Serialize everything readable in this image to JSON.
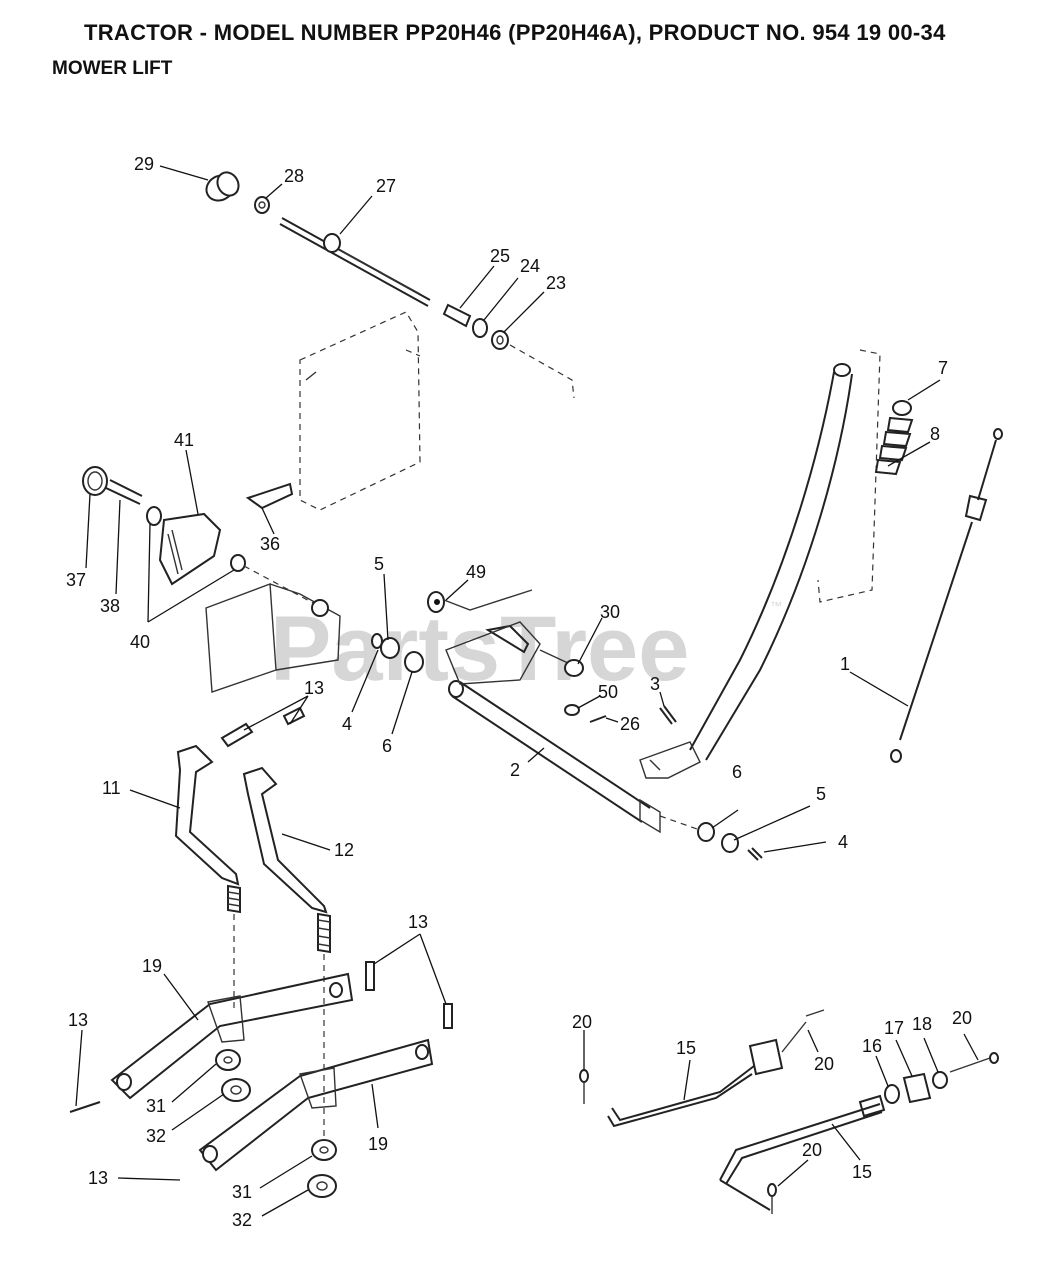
{
  "header": {
    "title": "TRACTOR - MODEL NUMBER PP20H46 (PP20H46A), PRODUCT NO. 954 19 00-34",
    "subtitle": "MOWER LIFT"
  },
  "watermark": {
    "text": "PartsTree",
    "trademark": "™"
  },
  "callouts": {
    "c29": "29",
    "c28": "28",
    "c27": "27",
    "c25": "25",
    "c24": "24",
    "c23": "23",
    "c7": "7",
    "c8": "8",
    "c41": "41",
    "c36": "36",
    "c37": "37",
    "c38": "38",
    "c40": "40",
    "c5a": "5",
    "c49": "49",
    "c30": "30",
    "c4a": "4",
    "c6a": "6",
    "c50": "50",
    "c3": "3",
    "c26": "26",
    "c1": "1",
    "c13a": "13",
    "c11": "11",
    "c2": "2",
    "c6b": "6",
    "c5b": "5",
    "c4b": "4",
    "c12": "12",
    "c13b": "13",
    "c19a": "19",
    "c13c": "13",
    "c31a": "31",
    "c32a": "32",
    "c19b": "19",
    "c13d": "13",
    "c31b": "31",
    "c32b": "32",
    "c20a": "20",
    "c15a": "15",
    "c20b": "20",
    "c16": "16",
    "c17": "17",
    "c18": "18",
    "c20c": "20",
    "c20d": "20",
    "c15b": "15"
  }
}
